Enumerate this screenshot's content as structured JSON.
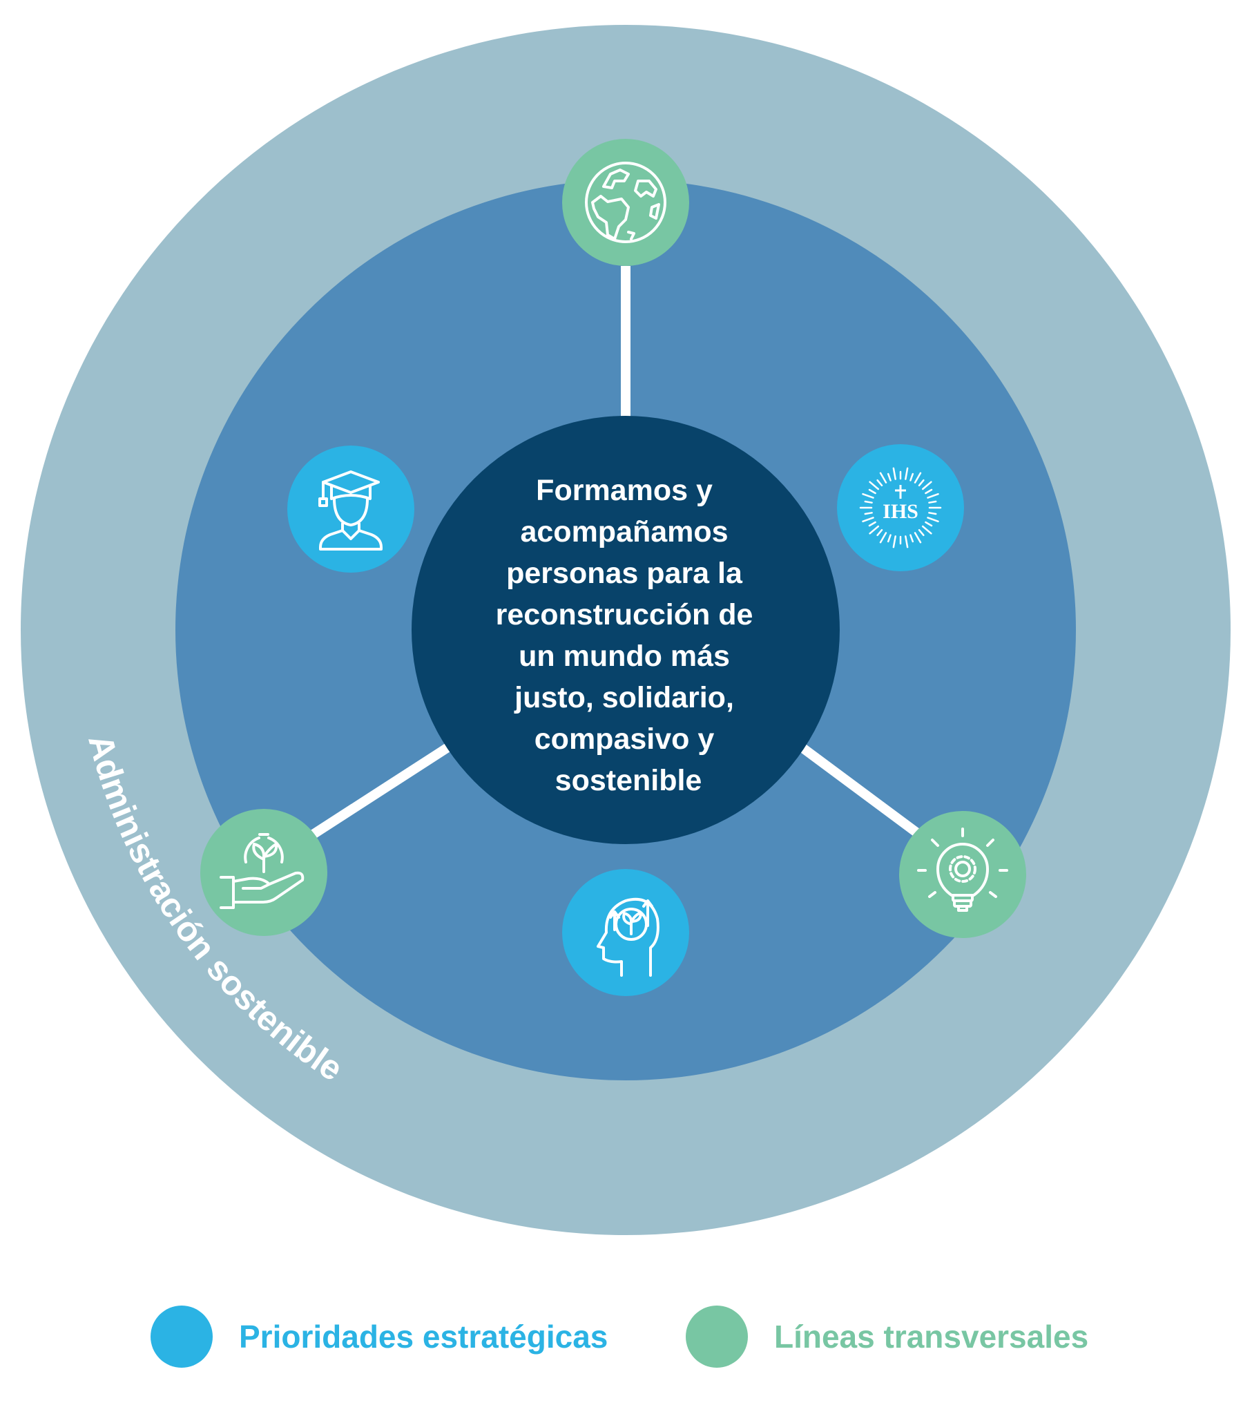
{
  "colors": {
    "outer_ring": "#9dbfcc",
    "middle_circle": "#508bba",
    "center_circle": "#08436a",
    "priority": "#2bb3e4",
    "transversal": "#78c6a3",
    "connector": "#ffffff",
    "text_light": "#ffffff"
  },
  "diagram": {
    "center_text_lines": [
      "Formamos y",
      "acompañamos",
      "personas para la",
      "reconstrucción de",
      "un mundo más",
      "justo, solidario,",
      "compasivo y",
      "sostenible"
    ],
    "outer_ring_label": "Administración sostenible",
    "nodes": [
      {
        "name": "globe-icon",
        "category": "transversal"
      },
      {
        "name": "graduate-icon",
        "category": "priority"
      },
      {
        "name": "ihs-emblem-icon",
        "category": "priority",
        "emblem_text": "IHS"
      },
      {
        "name": "hand-plant-icon",
        "category": "transversal"
      },
      {
        "name": "head-growth-icon",
        "category": "priority"
      },
      {
        "name": "bulb-gear-icon",
        "category": "transversal"
      }
    ]
  },
  "legend": {
    "priority_label": "Prioridades estratégicas",
    "transversal_label": "Líneas transversales"
  }
}
